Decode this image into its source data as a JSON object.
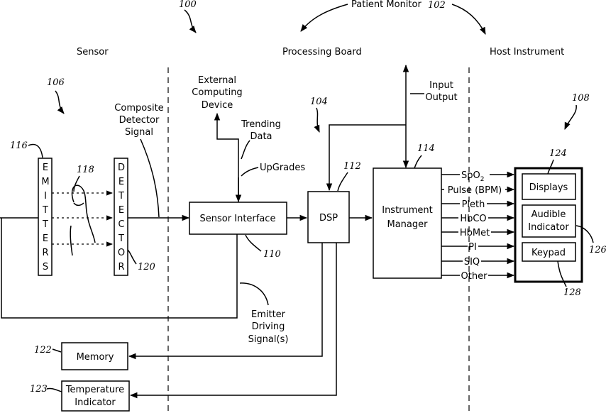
{
  "patient_monitor": {
    "label": "Patient Monitor",
    "ref": "102"
  },
  "ref_100": "100",
  "sections": {
    "sensor": "Sensor",
    "processing_board": "Processing Board",
    "host_instrument": "Host Instrument"
  },
  "refs": {
    "r106": "106",
    "r104": "104",
    "r108": "108",
    "r116": "116",
    "r118": "118",
    "r120": "120",
    "r110": "110",
    "r112": "112",
    "r114": "114",
    "r124": "124",
    "r126": "126",
    "r128": "128",
    "r122": "122",
    "r123": "123"
  },
  "emitters_letters": [
    "E",
    "M",
    "I",
    "T",
    "T",
    "E",
    "R",
    "S"
  ],
  "detector_letters": [
    "D",
    "E",
    "T",
    "E",
    "C",
    "T",
    "O",
    "R"
  ],
  "composite_signal": [
    "Composite",
    "Detector",
    "Signal"
  ],
  "external_device": [
    "External",
    "Computing",
    "Device"
  ],
  "trending_data": [
    "Trending",
    "Data"
  ],
  "upgrades": "UpGrades",
  "input_output": [
    "Input",
    "Output"
  ],
  "sensor_interface": "Sensor Interface",
  "dsp": "DSP",
  "instrument_manager": [
    "Instrument",
    "Manager"
  ],
  "outputs": {
    "spo2_main": "SpO",
    "spo2_sub": "2",
    "rest": [
      "Pulse (BPM)",
      "Pleth",
      "HbCO",
      "HbMet",
      "PI",
      "SIQ",
      "Other"
    ]
  },
  "displays": "Displays",
  "audible": [
    "Audible",
    "Indicator"
  ],
  "keypad": "Keypad",
  "emitter_driving": [
    "Emitter",
    "Driving",
    "Signal(s)"
  ],
  "memory": "Memory",
  "temperature": [
    "Temperature",
    "Indicator"
  ]
}
